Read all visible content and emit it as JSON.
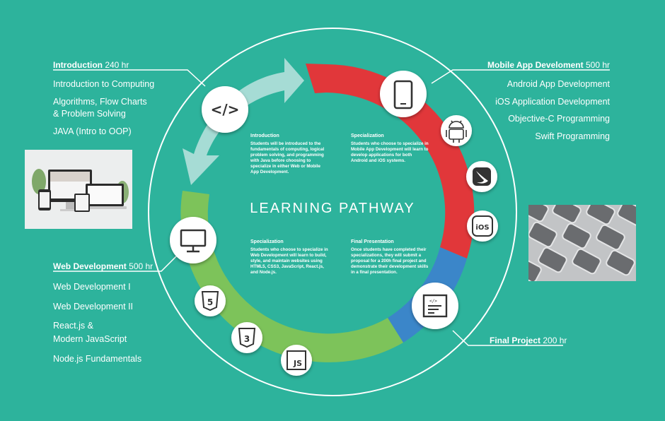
{
  "center_title": "LEARNING PATHWAY",
  "sections": {
    "introduction": {
      "title": "Introduction",
      "hours": "240 hr",
      "items": [
        "Introduction to Computing",
        "Algorithms, Flow Charts",
        "& Problem Solving",
        "JAVA (Intro to OOP)"
      ]
    },
    "mobile": {
      "title": "Mobile App Develoment",
      "hours": "500 hr",
      "items": [
        "Android App Development",
        "iOS Application Development",
        "Objective-C Programming",
        "Swift Programming"
      ]
    },
    "web": {
      "title": "Web Development",
      "hours": "500 hr",
      "items": [
        "Web Development I",
        "Web Development II",
        "React.js &",
        "Modern JavaScript",
        "Node.js Fundamentals"
      ]
    },
    "final": {
      "title": "Final Project",
      "hours": "200 hr"
    }
  },
  "descriptions": {
    "introduction": {
      "title": "Introduction",
      "text": "Students will be introduced to the fundamentals of computing, logical problem solving, and programming with Java before choosing to specialize in either Web or Mobile App Development."
    },
    "mobile": {
      "title": "Specialization",
      "text": "Students who choose to specialize in Mobile App Development will learn to develop applications for both Android and iOS systems."
    },
    "web": {
      "title": "Specialization",
      "text": "Students who choose to specialize in Web Development will learn to build, style, and maintain websites using HTML5, CSS3, JavaScript, React.js, and Node.js."
    },
    "final": {
      "title": "Final Presentation",
      "text": "Once students have completed their specializations, they will submit a proposal for a 200h final project and demonstrate their development skills in a final presentation."
    }
  },
  "icons": {
    "code": "</>",
    "ios": "iOS",
    "js": "JS",
    "html5": "5",
    "css3": "3"
  },
  "colors": {
    "background": "#2db39c",
    "intro_arrow": "#a6dcd5",
    "mobile": "#e1373a",
    "final": "#3b86c9",
    "web": "#7dc35a"
  }
}
